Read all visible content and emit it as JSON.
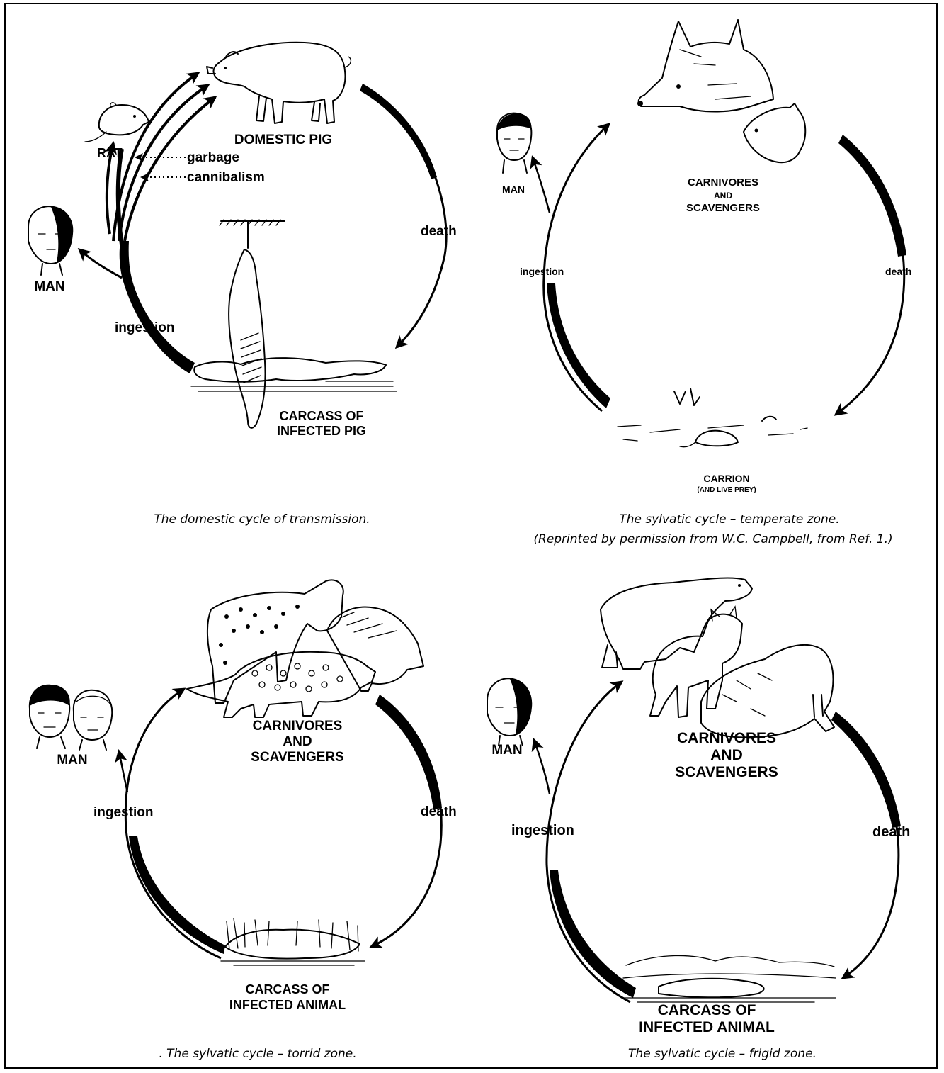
{
  "panels": {
    "domestic": {
      "caption": "The domestic cycle of transmission.",
      "top_label": "DOMESTIC PIG",
      "bottom_label_1": "CARCASS OF",
      "bottom_label_2": "INFECTED PIG",
      "rat_label": "RAT",
      "garbage_label": "garbage",
      "cannibalism_label": "cannibalism",
      "man_label": "MAN",
      "left_arc_label": "ingestion",
      "right_arc_label": "death"
    },
    "temperate": {
      "caption": "The sylvatic cycle – temperate zone.",
      "caption_2": "(Reprinted by permission from W.C. Campbell, from Ref. 1.)",
      "top_label_1": "CARNIVORES",
      "top_label_2": "AND",
      "top_label_3": "SCAVENGERS",
      "bottom_label_1": "CARRION",
      "bottom_label_2": "(AND LIVE PREY)",
      "man_label": "MAN",
      "left_arc_label": "ingestion",
      "right_arc_label": "death"
    },
    "torrid": {
      "caption": ". The sylvatic cycle – torrid zone.",
      "top_label_1": "CARNIVORES",
      "top_label_2": "AND",
      "top_label_3": "SCAVENGERS",
      "bottom_label_1": "CARCASS OF",
      "bottom_label_2": "INFECTED ANIMAL",
      "man_label": "MAN",
      "left_arc_label": "ingestion",
      "right_arc_label": "death"
    },
    "frigid": {
      "caption": "The sylvatic cycle – frigid zone.",
      "top_label_1": "CARNIVORES",
      "top_label_2": "AND",
      "top_label_3": "SCAVENGERS",
      "bottom_label_1": "CARCASS OF",
      "bottom_label_2": "INFECTED ANIMAL",
      "man_label": "MAN",
      "left_arc_label": "ingestion",
      "right_arc_label": "death"
    }
  }
}
